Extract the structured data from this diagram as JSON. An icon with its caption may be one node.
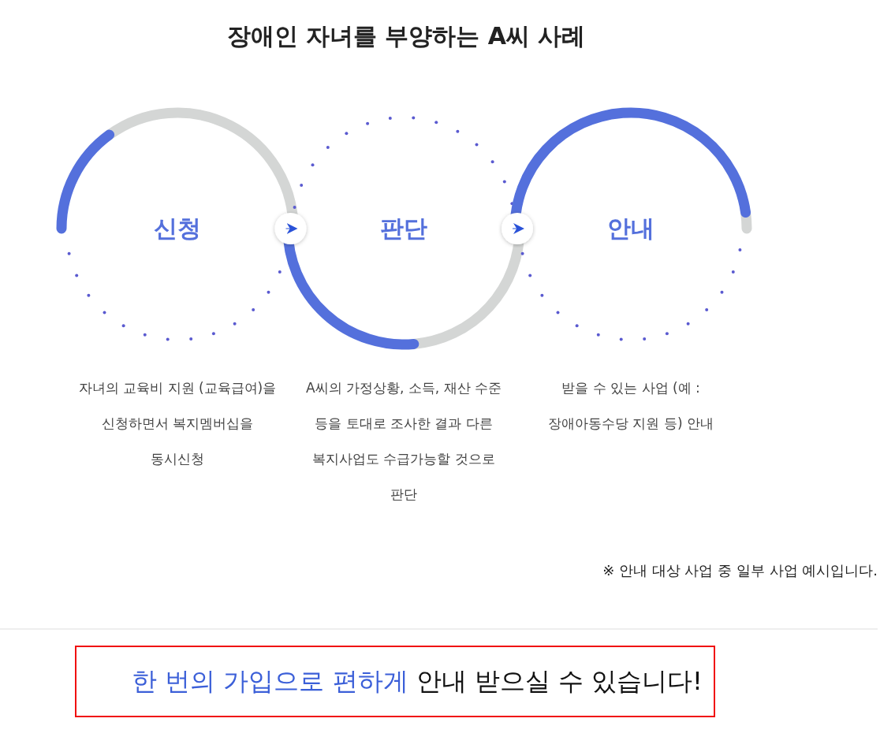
{
  "diagram": {
    "title": "장애인 자녀를 부양하는 A씨 사례",
    "nodes": [
      {
        "text": [
          "신청"
        ],
        "beside": [
          "자녀의 교육비 지원 (교육급여)을 신청하면서 복지멤버십을 동시신청"
        ]
      },
      {
        "text": [
          "판단"
        ],
        "beside": [
          "A씨의 가정상황, 소득, 재산 수준 등을 토대로 조사한 결과 다른 복지사업도 수급가능할 것으로 판단"
        ]
      },
      {
        "text": [
          "안내"
        ],
        "beside": [
          "받을 수 있는 사업 (예 : 장애아동수당 지원 등) 안내"
        ]
      },
      {
        "text": [
          "한 번의 가입으로 편하게",
          "안내 받으실 수 있습니다!"
        ]
      }
    ],
    "edges": [
      {
        "from": 0,
        "to": 1,
        "arrow": "to"
      },
      {
        "from": 1,
        "to": 2,
        "arrow": "to"
      }
    ],
    "labels": [
      "※ 안내 대상 사업 중 일부 사업 예시입니다."
    ]
  }
}
